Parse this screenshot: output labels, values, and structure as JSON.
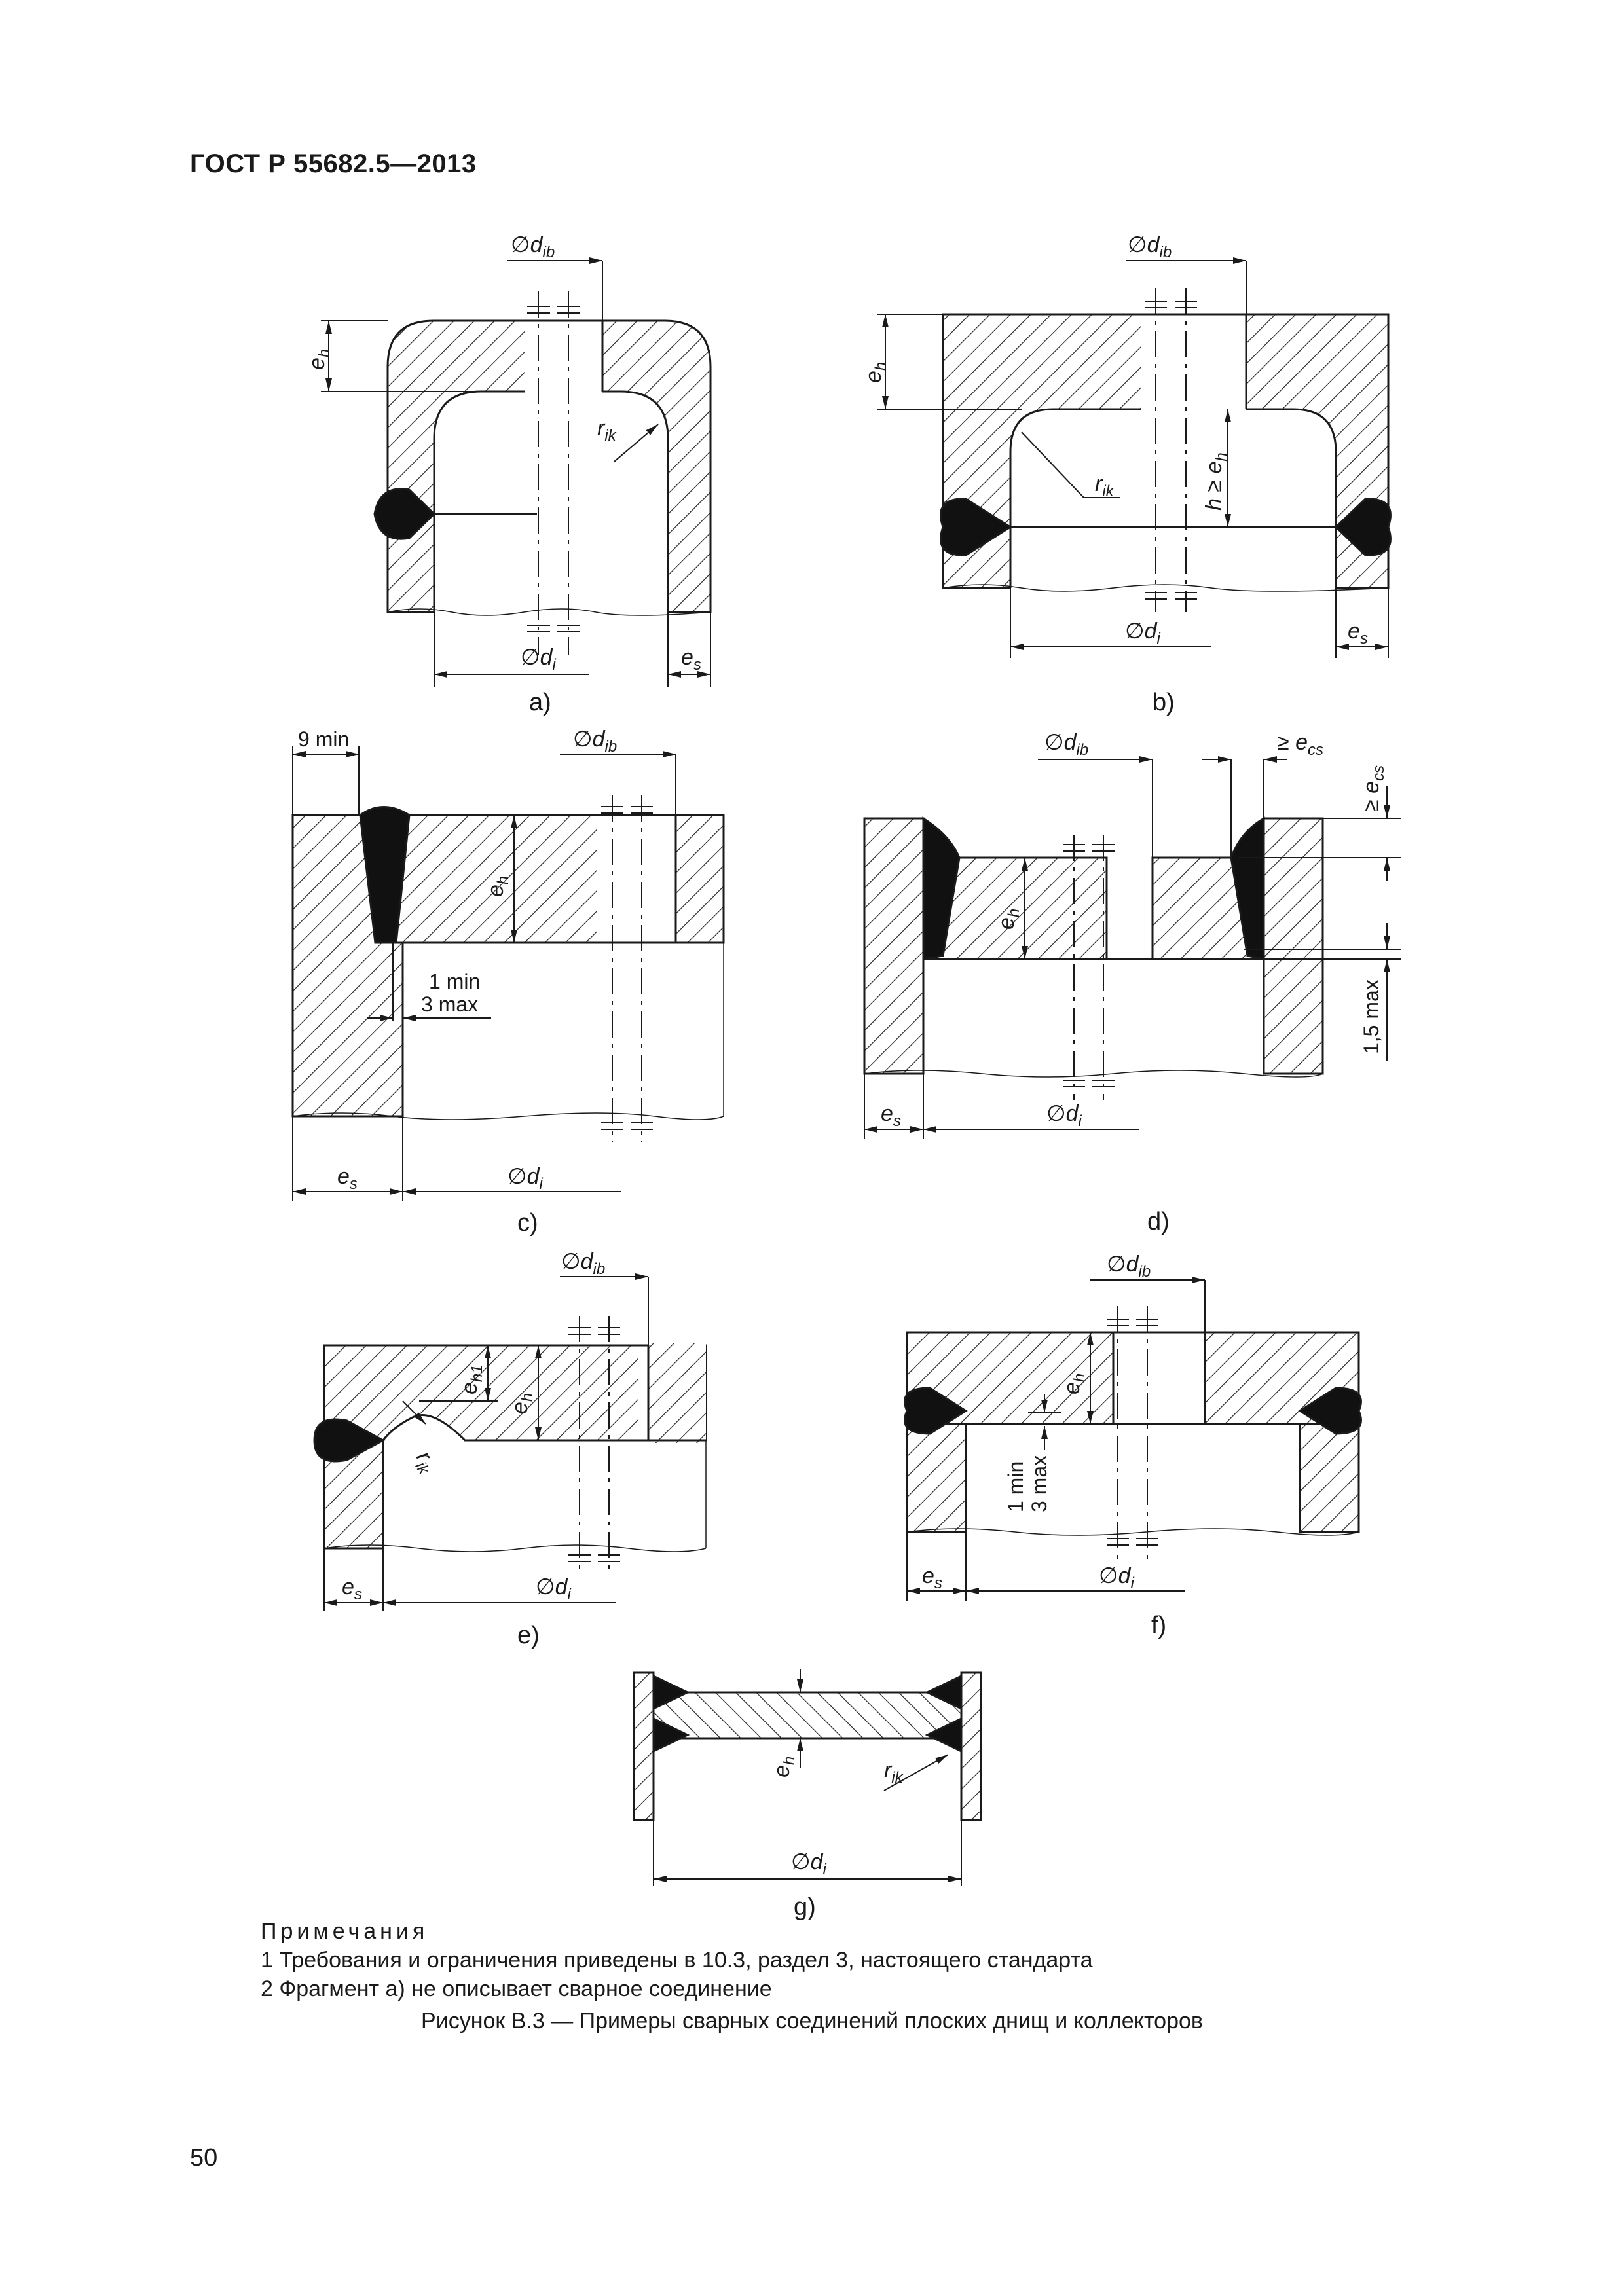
{
  "header": {
    "standard": "ГОСТ Р 55682.5—2013"
  },
  "page_number": "50",
  "figure": {
    "caption": "Рисунок В.3 — Примеры сварных соединений плоских днищ и коллекторов",
    "fragments": [
      {
        "id": "a",
        "label": "a)"
      },
      {
        "id": "b",
        "label": "b)"
      },
      {
        "id": "c",
        "label": "c)"
      },
      {
        "id": "d",
        "label": "d)"
      },
      {
        "id": "e",
        "label": "e)"
      },
      {
        "id": "f",
        "label": "f)"
      },
      {
        "id": "g",
        "label": "g)"
      }
    ],
    "dimensions": {
      "dib": "∅d",
      "dib_sub": "ib",
      "di": "∅d",
      "di_sub": "i",
      "eh": "e",
      "eh_sub": "h",
      "eh1_sub": "h1",
      "es": "e",
      "es_sub": "s",
      "rik": "r",
      "rik_sub": "ik",
      "h_ge_eh": "h ≥ e",
      "h_ge_eh_sub": "h",
      "ge_ecs": "≥ e",
      "ecs_sub": "cs",
      "min9": "9 min",
      "min1": "1 min",
      "max3": "3 max",
      "max15": "1,5 max"
    }
  },
  "notes": {
    "title": "Примечания",
    "items": [
      "1 Требования и ограничения приведены в 10.3, раздел 3, настоящего стандарта",
      "2 Фрагмент а) не описывает сварное соединение"
    ]
  }
}
